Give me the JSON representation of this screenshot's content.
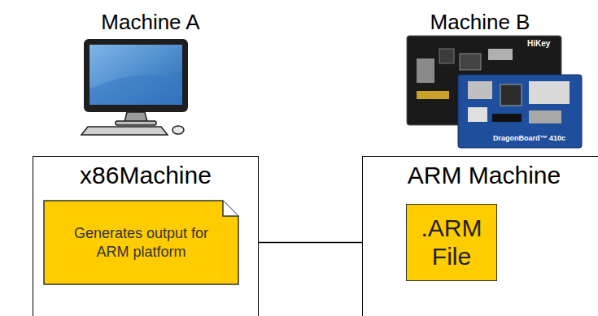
{
  "diagram": {
    "nodes": [
      {
        "text": [
          "x86Machine"
        ]
      },
      {
        "text": [
          "Generates output for ARM platform"
        ],
        "in": 0
      },
      {
        "text": [
          "ARM Machine"
        ]
      },
      {
        "text": [
          ".ARM File"
        ],
        "in": 2
      }
    ],
    "edges": [
      {
        "from": 1,
        "to": 3,
        "arrow": "to"
      }
    ],
    "labels": [
      "Machine A",
      "Machine B",
      "HiKey",
      "DragonBoard™ 410c"
    ]
  }
}
